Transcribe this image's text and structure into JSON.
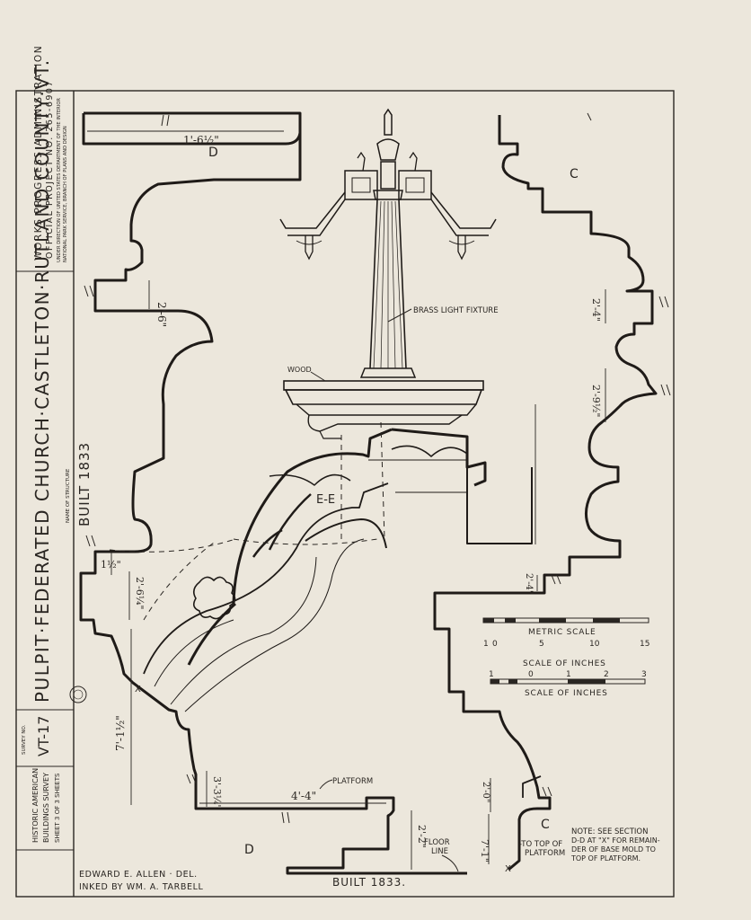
{
  "title_block": {
    "agency_line1": "WORKS PROGRESS ADMINISTRATION",
    "agency_line2": "OFFICIAL PROJECT NO. 265-6907",
    "agency_line3": "UNDER DIRECTION OF UNITED STATES DEPARTMENT OF THE INTERIOR",
    "agency_line4": "NATIONAL PARK SERVICE, BRANCH OF PLANS AND DESIGN",
    "structure_title": "PULPIT·FEDERATED CHURCH·CASTLETON·RUTLAND COUNTY·VT.",
    "name_of_structure_label": "NAME OF STRUCTURE",
    "built_text": "BUILT 1833",
    "survey_label": "SURVEY NO.",
    "survey_no": "VT-17",
    "habs_line1": "HISTORIC AMERICAN",
    "habs_line2": "BUILDINGS SURVEY",
    "sheet_text": "SHEET 3 OF 3 SHEETS"
  },
  "labels": {
    "section_d_top": "D",
    "section_c_top": "C",
    "section_ee": "E-E",
    "section_d_bottom": "D",
    "section_c_bottom": "C",
    "brass_light_fixture": "BRASS LIGHT FIXTURE",
    "wood": "WOOD",
    "platform": "PLATFORM",
    "floor_line": "FLOOR LINE",
    "to_top_of_platform": "TO TOP OF PLATFORM",
    "x_mark": "X",
    "built_bottom": "BUILT 1833."
  },
  "dimensions": {
    "d_width": "1'-6½\"",
    "d_height": "2'-6\"",
    "left_small": "1½\"",
    "left_mid": "2'-6¼\"",
    "left_tall": "7'-1½\"",
    "left_low": "3'-3¼\"",
    "platform_width": "4'-4\"",
    "platform_height": "2'-2\"",
    "c_upper": "2'-4\"",
    "c_mid": "2'-9½\"",
    "c_lower": "2'-4\"",
    "c_bottom_small": "2'-0\"",
    "c_bottom_tall": "7'-1\""
  },
  "scales": {
    "metric_label": "METRIC SCALE",
    "metric_ticks": [
      "1",
      "0",
      "5",
      "10",
      "15"
    ],
    "inches_label_1": "SCALE OF INCHES",
    "inches_ticks": [
      "1",
      "0",
      "1",
      "2",
      "3"
    ],
    "inches_label_2": "SCALE OF INCHES"
  },
  "note": {
    "line1": "NOTE: SEE SECTION",
    "line2": "D-D AT \"X\" FOR REMAIN-",
    "line3": "DER OF BASE MOLD TO",
    "line4": "TOP OF PLATFORM."
  },
  "credits": {
    "delineator": "EDWARD E. ALLEN · DEL.",
    "inker": "INKED BY WM. A. TARBELL"
  },
  "colors": {
    "paper": "#ece7dc",
    "ink": "#2a2622"
  }
}
